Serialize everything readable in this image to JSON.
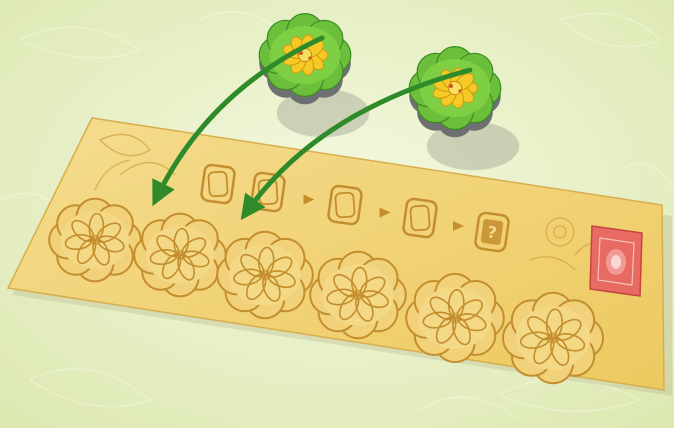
{
  "scene": {
    "background_color": "#e8f0c8",
    "board_color": "#f0d479",
    "board_line_color": "#c48d2e",
    "arrow_color": "#2f8a2a",
    "token_leaf_color": "#6bbf3a",
    "token_center_color": "#f5c926",
    "bonus_card_color": "#e86b63"
  },
  "tokens": [
    {
      "name": "flower-tile-1",
      "icon": "yellow-flower-tile"
    },
    {
      "name": "flower-tile-2",
      "icon": "yellow-flower-tile"
    }
  ],
  "track": {
    "slot_count": 5,
    "final_slot_symbol": "?",
    "arrow_icon": "arrow-right-icon"
  },
  "rosettes": {
    "count": 6,
    "icon": "leafy-rosette-icon"
  }
}
